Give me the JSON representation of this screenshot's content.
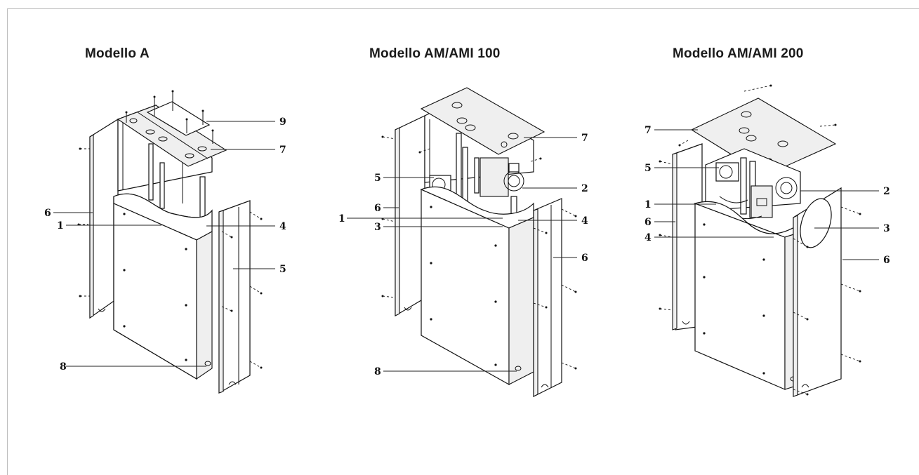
{
  "models": [
    {
      "title": "Modello A",
      "labels": [
        "9",
        "7",
        "6",
        "1",
        "4",
        "5",
        "8"
      ]
    },
    {
      "title": "Modello AM/AMI 100",
      "labels": [
        "7",
        "5",
        "2",
        "6",
        "1",
        "3",
        "4",
        "6",
        "8"
      ]
    },
    {
      "title": "Modello AM/AMI 200",
      "labels": [
        "7",
        "5",
        "2",
        "1",
        "6",
        "3",
        "4",
        "6"
      ]
    }
  ]
}
